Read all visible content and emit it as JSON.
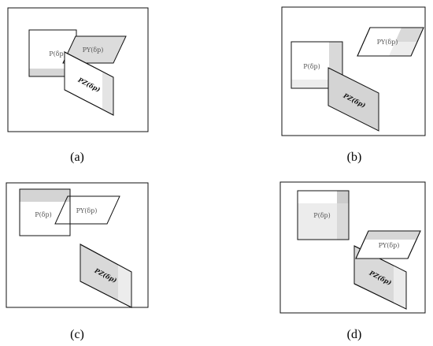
{
  "labels": {
    "p": "P(δp)",
    "py": "PY(δp)",
    "pz": "PZ(δp)"
  },
  "panels": [
    {
      "caption": "(a)"
    },
    {
      "caption": "(b)"
    },
    {
      "caption": "(c)"
    },
    {
      "caption": "(d)"
    }
  ],
  "colors": {
    "stroke": "#111111",
    "shade": "#d9d9d9",
    "light": "#eeeeee",
    "fill": "#ffffff"
  }
}
